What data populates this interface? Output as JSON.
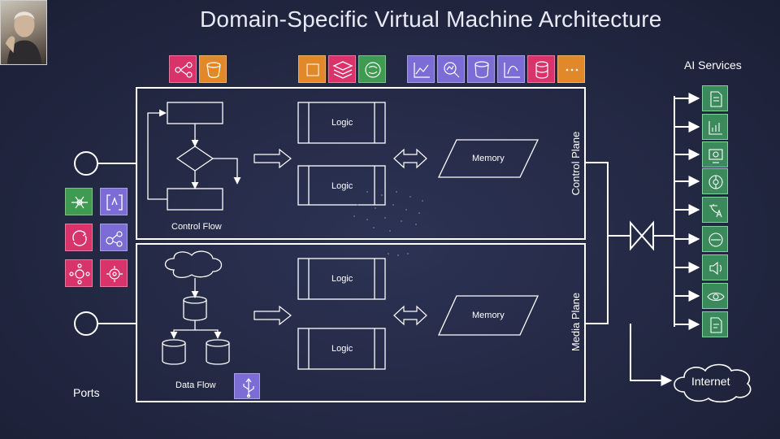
{
  "title": "Domain-Specific Virtual Machine Architecture",
  "ai_services_label": "AI Services",
  "ports_label": "Ports",
  "internet_label": "Internet",
  "control_plane": {
    "label": "Control Plane",
    "flow_label": "Control Flow",
    "logic_top": "Logic",
    "logic_bottom": "Logic",
    "memory": "Memory"
  },
  "media_plane": {
    "label": "Media Plane",
    "flow_label": "Data Flow",
    "logic_top": "Logic",
    "logic_bottom": "Logic",
    "memory": "Memory"
  },
  "colors": {
    "pink": "#d9336b",
    "orange": "#e0882a",
    "green": "#3f9a52",
    "purple": "#7b6cd6",
    "ai_green": "#3a8a5c"
  },
  "top_icons": [
    {
      "name": "event-bus-icon",
      "color": "pink"
    },
    {
      "name": "bucket-icon",
      "color": "orange"
    },
    {
      "name": "compute-icon",
      "color": "orange"
    },
    {
      "name": "layers-icon",
      "color": "pink"
    },
    {
      "name": "brain-icon",
      "color": "green"
    },
    {
      "name": "chart-icon",
      "color": "purple"
    },
    {
      "name": "analytics-search-icon",
      "color": "purple"
    },
    {
      "name": "bucket-monitor-icon",
      "color": "purple"
    },
    {
      "name": "data-pipeline-icon",
      "color": "purple"
    },
    {
      "name": "database-icon",
      "color": "pink"
    },
    {
      "name": "dots-icon",
      "color": "orange"
    }
  ],
  "port_icons": [
    {
      "name": "flow-network-icon",
      "color": "green"
    },
    {
      "name": "code-brackets-icon",
      "color": "purple"
    },
    {
      "name": "rotate-arrows-icon",
      "color": "pink"
    },
    {
      "name": "nodes-link-icon",
      "color": "purple"
    },
    {
      "name": "hub-nodes-icon",
      "color": "pink"
    },
    {
      "name": "gear-network-icon",
      "color": "pink"
    }
  ],
  "ai_service_icons": [
    "document-ai-icon",
    "chart-ai-icon",
    "settings-ai-icon",
    "neural-ai-icon",
    "translate-ai-icon",
    "scan-ai-icon",
    "speech-ai-icon",
    "vision-ai-icon",
    "text-extract-ai-icon"
  ],
  "data_flow_icon": "usb-icon"
}
